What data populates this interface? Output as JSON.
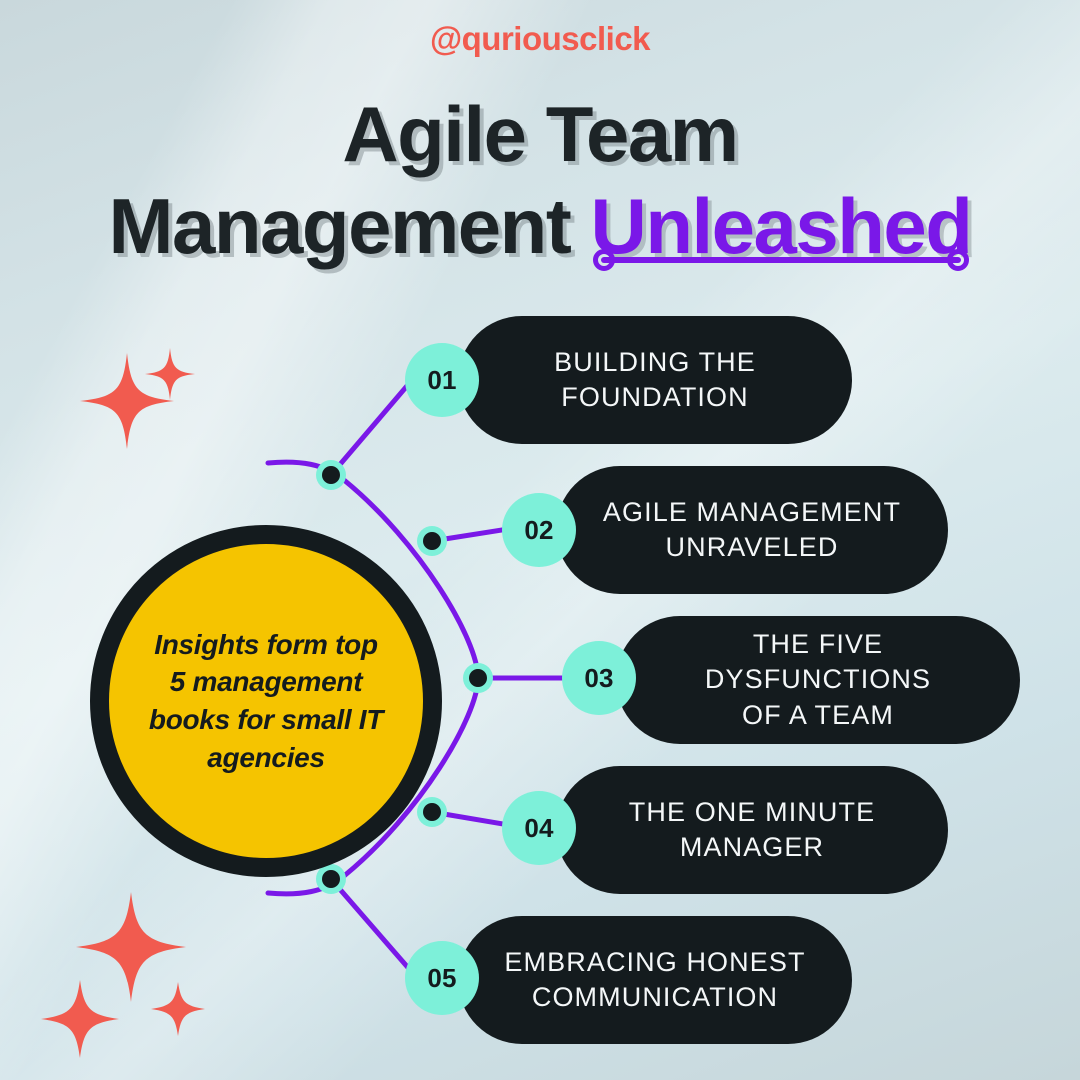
{
  "handle": "@quriousclick",
  "title": {
    "line1": "Agile Team",
    "line2_main": "Management",
    "line2_accent": "Unleashed"
  },
  "hub": {
    "text": "Insights form top 5 management books for small IT agencies"
  },
  "items": [
    {
      "number": "01",
      "label_line1": "BUILDING THE",
      "label_line2": "FOUNDATION"
    },
    {
      "number": "02",
      "label_line1": "AGILE MANAGEMENT",
      "label_line2": "UNRAVELED"
    },
    {
      "number": "03",
      "label_line1": "THE FIVE DYSFUNCTIONS",
      "label_line2": "OF A TEAM"
    },
    {
      "number": "04",
      "label_line1": "THE ONE MINUTE",
      "label_line2": "MANAGER"
    },
    {
      "number": "05",
      "label_line1": "EMBRACING HONEST",
      "label_line2": "COMMUNICATION"
    }
  ],
  "colors": {
    "accent_purple": "#7a18e8",
    "mint": "#7df0d9",
    "card_dark": "#141b1e",
    "hub_yellow": "#f5c400",
    "coral": "#f15b4f",
    "background": "#d3e2e6"
  }
}
